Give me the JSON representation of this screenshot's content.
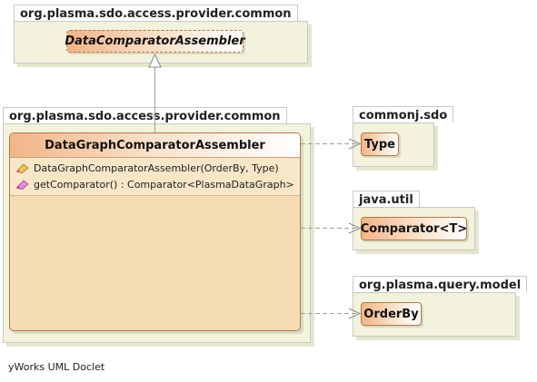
{
  "packages": {
    "top": {
      "name": "org.plasma.sdo.access.provider.common"
    },
    "main": {
      "name": "org.plasma.sdo.access.provider.common"
    },
    "commonj": {
      "name": "commonj.sdo"
    },
    "javautil": {
      "name": "java.util"
    },
    "querymodel": {
      "name": "org.plasma.query.model"
    }
  },
  "classes": {
    "abstract_class": "DataComparatorAssembler",
    "main_class": {
      "name": "DataGraphComparatorAssembler",
      "operations": [
        "DataGraphComparatorAssembler(OrderBy, Type)",
        "getComparator() : Comparator<PlasmaDataGraph>"
      ]
    },
    "type_class": "Type",
    "comparator_class": "Comparator<T>",
    "orderby_class": "OrderBy"
  },
  "footer": "yWorks UML Doclet",
  "colors": {
    "package_fill": "#f2f2dd",
    "class_fill": "#f6dcb4",
    "class_border": "#b07a48",
    "edge": "#a0a0a0"
  }
}
